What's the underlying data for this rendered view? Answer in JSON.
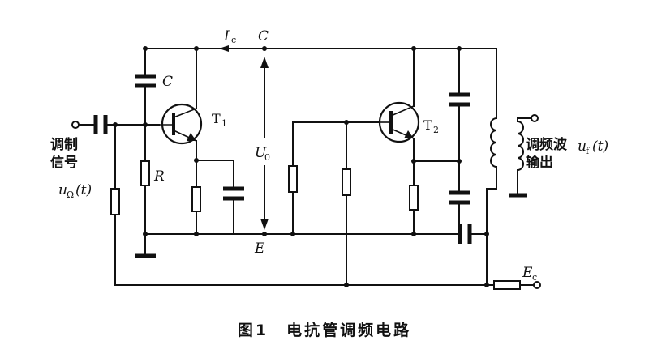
{
  "caption": "图1　电抗管调频电路",
  "labels": {
    "ic_main": "I",
    "ic_sub": "c",
    "c_node": "C",
    "c_cap": "C",
    "t1_main": "T",
    "t1_sub": "1",
    "t2_main": "T",
    "t2_sub": "2",
    "r": "R",
    "u0_main": "U",
    "u0_sub": "0",
    "e_node": "E",
    "ec_main": "E",
    "ec_sub": "c",
    "input_line1": "调制",
    "input_line2": "信号",
    "u_omega_main": "u",
    "u_omega_sub": "Ω",
    "u_omega_arg": "(t)",
    "output_line1": "调频波",
    "output_line2": "输出",
    "uf_main": "u",
    "uf_sub": "f",
    "uf_arg": "(t)"
  }
}
